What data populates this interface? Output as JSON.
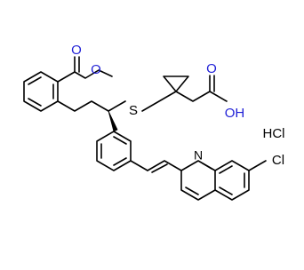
{
  "labels": {
    "carbonyl_oxygen": "O",
    "ester_oxygen": "O",
    "sulfur": "S",
    "acid_oxygen": "O",
    "hydroxyl": "OH",
    "quinoline_nitrogen": "N",
    "chlorine": "Cl",
    "salt": "HCl"
  },
  "colors": {
    "bond": "#000000",
    "oxygen": "#1f1fd6",
    "default_text": "#000000"
  }
}
